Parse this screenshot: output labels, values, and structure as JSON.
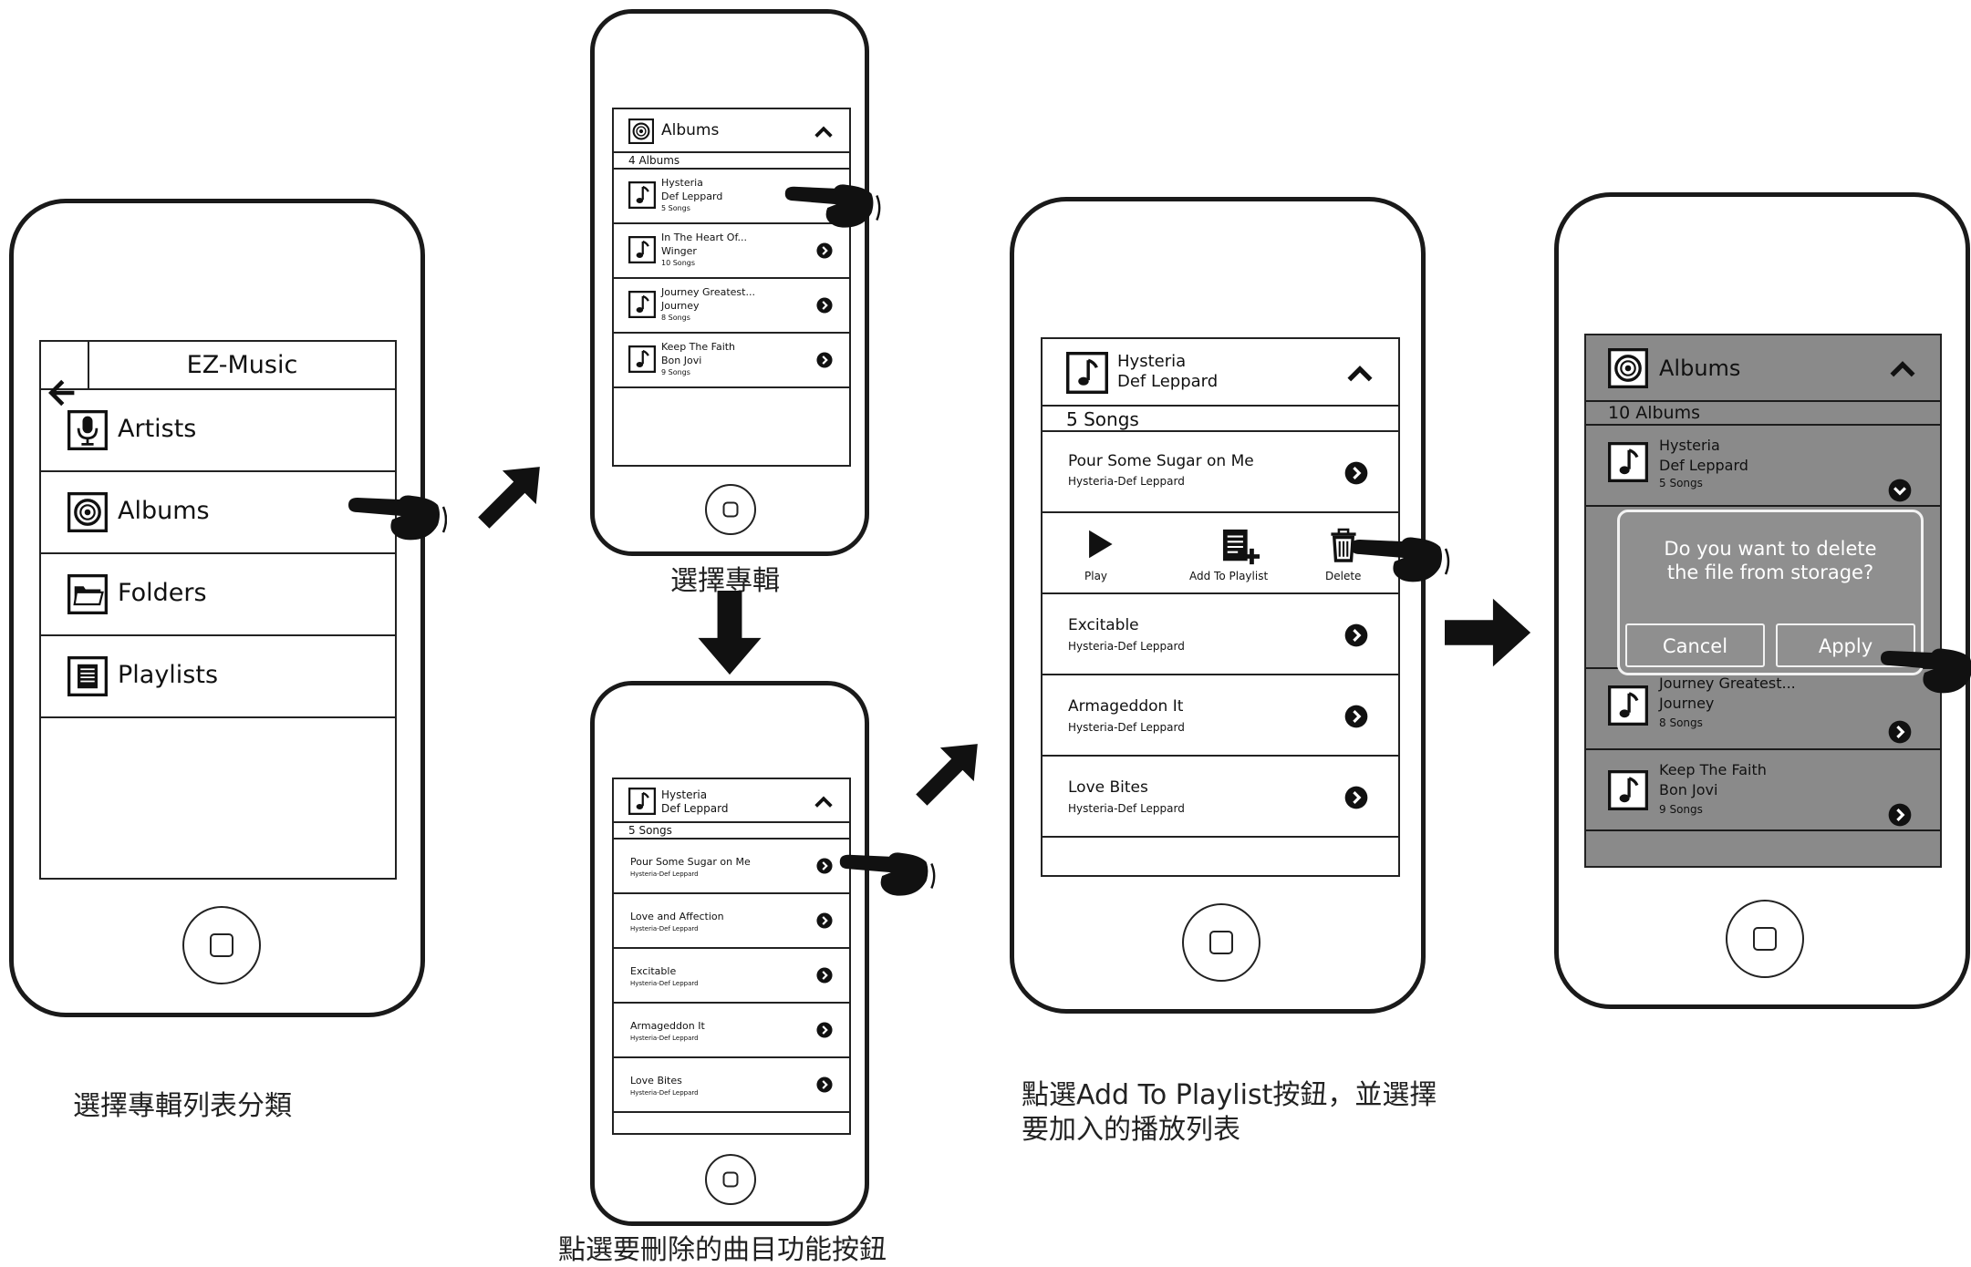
{
  "phone1": {
    "title": "EZ-Music",
    "menu": [
      {
        "label": "Artists",
        "icon": "microphone-icon"
      },
      {
        "label": "Albums",
        "icon": "disc-icon"
      },
      {
        "label": "Folders",
        "icon": "folder-icon"
      },
      {
        "label": "Playlists",
        "icon": "list-icon"
      }
    ],
    "caption": "選擇專輯列表分類"
  },
  "phone2": {
    "header": "Albums",
    "count": "4 Albums",
    "items": [
      {
        "title": "Hysteria",
        "artist": "Def Leppard",
        "songs": "5 Songs"
      },
      {
        "title": "In The Heart Of...",
        "artist": "Winger",
        "songs": "10 Songs"
      },
      {
        "title": "Journey Greatest...",
        "artist": "Journey",
        "songs": "8 Songs"
      },
      {
        "title": "Keep The Faith",
        "artist": "Bon Jovi",
        "songs": "9 Songs"
      }
    ],
    "caption": "選擇專輯"
  },
  "phone3": {
    "header_title": "Hysteria",
    "header_artist": "Def Leppard",
    "count": "5 Songs",
    "items": [
      {
        "title": "Pour Some Sugar on Me",
        "sub": "Hysteria-Def Leppard"
      },
      {
        "title": "Love and Affection",
        "sub": "Hysteria-Def Leppard"
      },
      {
        "title": "Excitable",
        "sub": "Hysteria-Def Leppard"
      },
      {
        "title": "Armageddon It",
        "sub": "Hysteria-Def Leppard"
      },
      {
        "title": "Love Bites",
        "sub": "Hysteria-Def Leppard"
      }
    ],
    "caption": "點選要刪除的曲目功能按鈕"
  },
  "phone4": {
    "header_title": "Hysteria",
    "header_artist": "Def Leppard",
    "count": "5 Songs",
    "first": {
      "title": "Pour Some Sugar on Me",
      "sub": "Hysteria-Def Leppard"
    },
    "actions": {
      "play": "Play",
      "add": "Add To Playlist",
      "delete": "Delete"
    },
    "items": [
      {
        "title": "Excitable",
        "sub": "Hysteria-Def Leppard"
      },
      {
        "title": "Armageddon It",
        "sub": "Hysteria-Def Leppard"
      },
      {
        "title": "Love Bites",
        "sub": "Hysteria-Def Leppard"
      }
    ],
    "caption_line1": "點選Add To Playlist按鈕，並選擇",
    "caption_line2": "要加入的播放列表"
  },
  "phone5": {
    "header": "Albums",
    "count": "10 Albums",
    "items": [
      {
        "title": "Hysteria",
        "artist": "Def Leppard",
        "songs": "5 Songs"
      },
      {
        "title": "Journey Greatest...",
        "artist": "Journey",
        "songs": "8 Songs"
      },
      {
        "title": "Keep The Faith",
        "artist": "Bon Jovi",
        "songs": "9 Songs"
      }
    ],
    "dialog": {
      "line1": "Do you want to delete",
      "line2": "the file from storage?",
      "cancel": "Cancel",
      "apply": "Apply"
    }
  },
  "colors": {
    "dark_overlay": "#8a8a8a",
    "dialog_bg": "#8f8f8f",
    "ink": "#111111"
  }
}
